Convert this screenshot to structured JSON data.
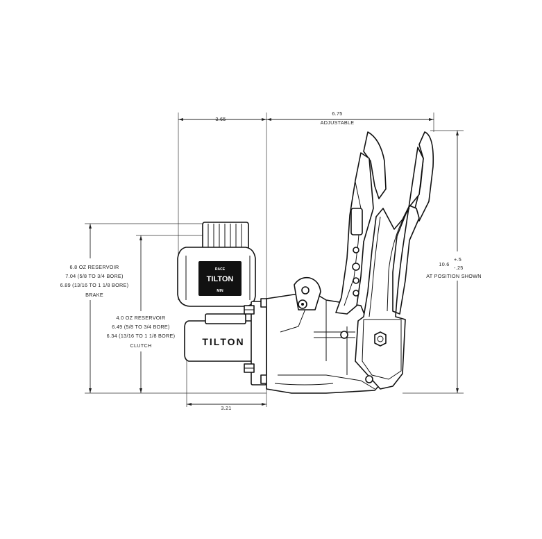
{
  "dimensions": {
    "top_left": "3.65",
    "top_right_value": "6.75",
    "top_right_note": "ADJUSTABLE",
    "bottom": "3.21",
    "height_value": "10.6",
    "height_tol_plus": "+.5",
    "height_tol_minus": "-.25",
    "height_note": "AT POSITION SHOWN"
  },
  "brake_notes": [
    "6.8 OZ RESERVOIR",
    "7.04 (5/8 TO 3/4 BORE)",
    "6.89 (13/16 TO 1 1/8 BORE)",
    "BRAKE"
  ],
  "clutch_notes": [
    "4.0 OZ RESERVOIR",
    "6.49 (5/8 TO 3/4 BORE)",
    "6.34 (13/16 TO 1 1/8 BORE)",
    "CLUTCH"
  ],
  "logo": {
    "reservoir_top": "RACE",
    "reservoir_brand": "TILTON",
    "reservoir_bottom": "MIN",
    "cylinder_brand": "TILTON"
  }
}
